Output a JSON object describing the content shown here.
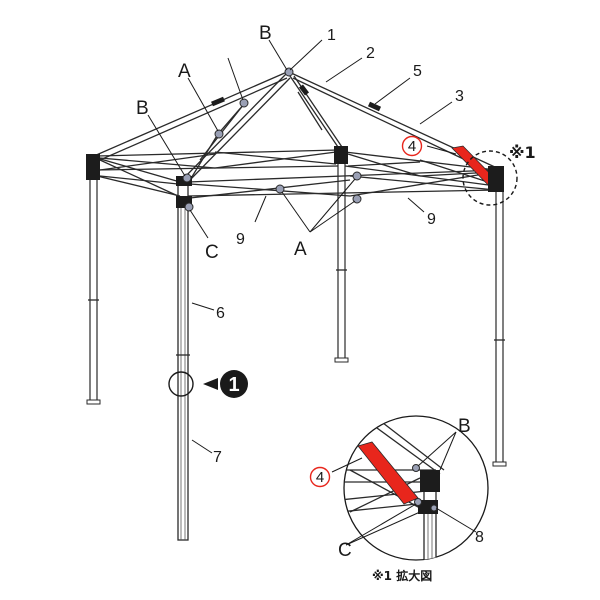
{
  "labels": {
    "A": "A",
    "B": "B",
    "C": "C",
    "n1": "1",
    "n2": "2",
    "n3": "3",
    "n4": "4",
    "n5": "5",
    "n6": "6",
    "n7": "7",
    "n8": "8",
    "n9": "9"
  },
  "callouts": {
    "detail_ref": "※1",
    "detail_caption": "※1 拡大図",
    "step_badge": "1"
  },
  "colors": {
    "highlight": "#e8261c",
    "joint": "#9aa0b5",
    "line": "#2a2a2a"
  }
}
